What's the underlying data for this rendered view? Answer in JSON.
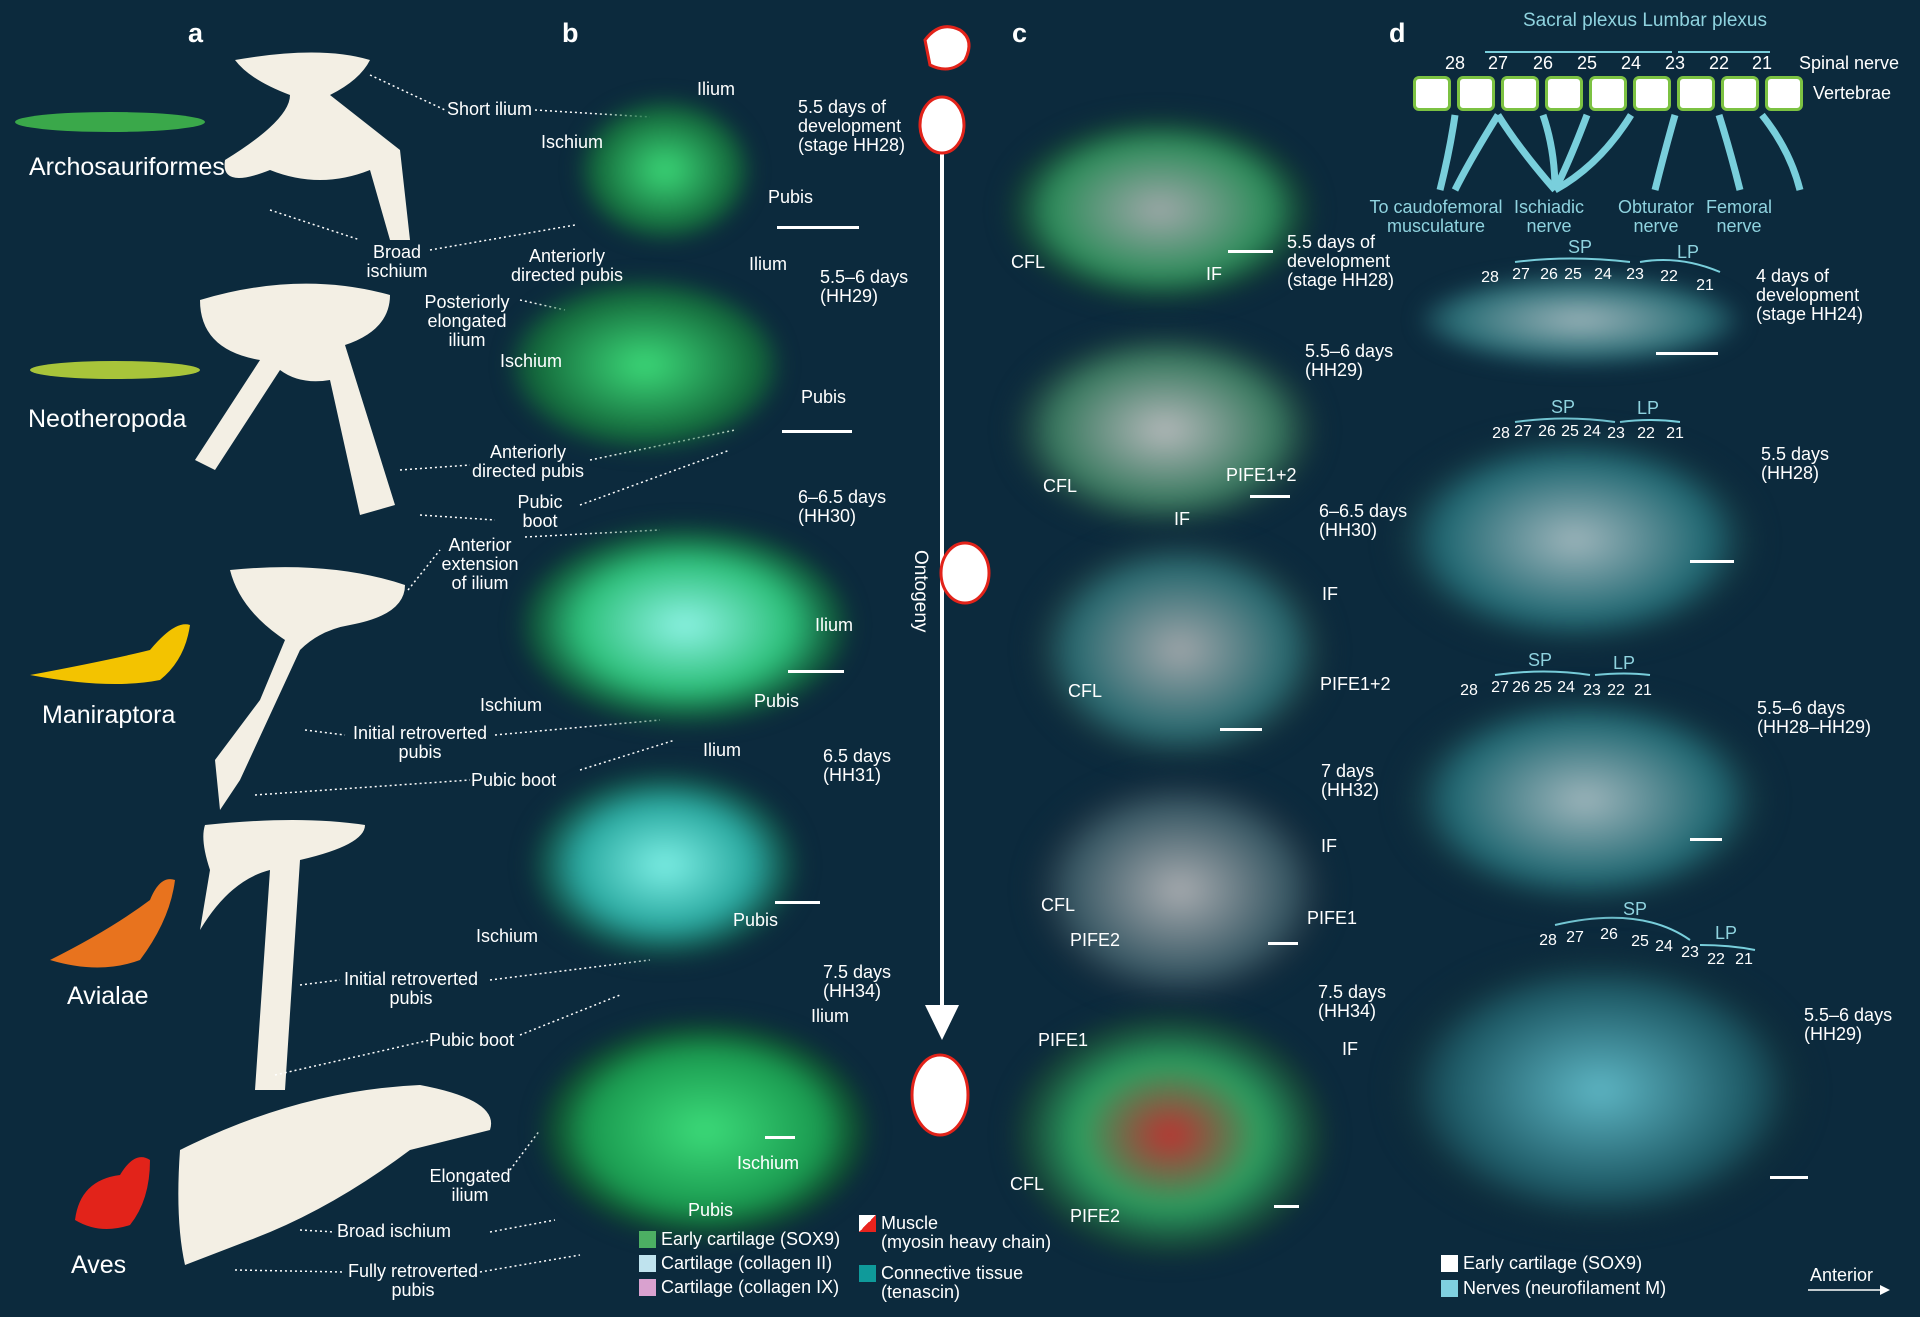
{
  "panel_letters": {
    "a": "a",
    "b": "b",
    "c": "c",
    "d": "d"
  },
  "clades": [
    {
      "name": "Archosauriformes",
      "color": "#3aa84a"
    },
    {
      "name": "Neotheropoda",
      "color": "#a8c43a"
    },
    {
      "name": "Maniraptora",
      "color": "#f3c300"
    },
    {
      "name": "Avialae",
      "color": "#e8731e"
    },
    {
      "name": "Aves",
      "color": "#e2231a"
    }
  ],
  "panel_a": {
    "short_ilium": "Short ilium",
    "broad_ischium_1": "Broad\nischium",
    "anteriorly_directed_pubis_1": "Anteriorly\ndirected pubis",
    "posteriorly_elongated_ilium": "Posteriorly\nelongated\nilium",
    "anteriorly_directed_pubis_2": "Anteriorly\ndirected pubis",
    "pubic_boot_1": "Pubic\nboot",
    "anterior_extension": "Anterior\nextension\nof ilium",
    "initial_retroverted_1": "Initial retroverted\npubis",
    "pubic_boot_2": "Pubic boot",
    "initial_retroverted_2": "Initial retroverted\npubis",
    "pubic_boot_3": "Pubic boot",
    "elongated_ilium": "Elongated\nilium",
    "broad_ischium_2": "Broad ischium",
    "fully_retroverted": "Fully retroverted\npubis"
  },
  "panel_b": {
    "stages": [
      {
        "label": "5.5 days of\ndevelopment\n(stage HH28)",
        "ilium": "Ilium",
        "ischium": "Ischium",
        "pubis": "Pubis"
      },
      {
        "label": "5.5–6 days\n(HH29)",
        "ilium": "Ilium",
        "ischium": "Ischium",
        "pubis": "Pubis"
      },
      {
        "label": "6–6.5 days\n(HH30)",
        "ilium": "Ilium",
        "ischium": "Ischium",
        "pubis": "Pubis"
      },
      {
        "label": "6.5 days\n(HH31)",
        "ilium": "Ilium",
        "ischium": "Ischium",
        "pubis": "Pubis"
      },
      {
        "label": "7.5 days\n(HH34)",
        "ilium": "Ilium",
        "ischium": "Ischium",
        "pubis": "Pubis"
      }
    ],
    "ontogeny": "Ontogeny",
    "legend": [
      {
        "label": "Early cartilage (SOX9)",
        "color": "#4caf63"
      },
      {
        "label": "Cartilage (collagen II)",
        "color": "#bfe3ee"
      },
      {
        "label": "Cartilage (collagen IX)",
        "color": "#d9a1cf"
      },
      {
        "label": "Muscle\n(myosin heavy chain)",
        "color": "#e8231d"
      },
      {
        "label": "Connective tissue\n(tenascin)",
        "color": "#0f9a9a"
      }
    ]
  },
  "panel_c": {
    "stages": [
      {
        "label": "5.5 days of\ndevelopment\n(stage HH28)",
        "cfl": "CFL",
        "if": "IF"
      },
      {
        "label": "5.5–6 days\n(HH29)",
        "cfl": "CFL",
        "if": "IF",
        "pife": "PIFE1+2"
      },
      {
        "label": "6–6.5 days\n(HH30)",
        "cfl": "CFL",
        "if": "IF",
        "pife": "PIFE1+2"
      },
      {
        "label": "7 days\n(HH32)",
        "cfl": "CFL",
        "if": "IF",
        "pife1": "PIFE1",
        "pife2": "PIFE2"
      },
      {
        "label": "7.5 days\n(HH34)",
        "cfl": "CFL",
        "if": "IF",
        "pife1": "PIFE1",
        "pife2": "PIFE2"
      }
    ]
  },
  "panel_d": {
    "plexus_title": "Sacral plexus Lumbar plexus",
    "spinal_nerves": [
      "28",
      "27",
      "26",
      "25",
      "24",
      "23",
      "22",
      "21"
    ],
    "spinal_nerve_label": "Spinal nerve",
    "vertebrae_label": "Vertebrae",
    "nerves": [
      "To caudofemoral\nmusculature",
      "Ischiadic\nnerve",
      "Obturator\nnerve",
      "Femoral\nnerve"
    ],
    "sp": "SP",
    "lp": "LP",
    "stages": [
      "4 days of\ndevelopment\n(stage HH24)",
      "5.5 days\n(HH28)",
      "5.5–6 days\n(HH28–HH29)",
      "5.5–6 days\n(HH29)"
    ],
    "legend": [
      {
        "label": "Early cartilage (SOX9)",
        "color": "#ffffff"
      },
      {
        "label": "Nerves (neurofilament M)",
        "color": "#7fd0e0"
      }
    ],
    "anterior": "Anterior",
    "nerve_color": "#79cfdc"
  }
}
